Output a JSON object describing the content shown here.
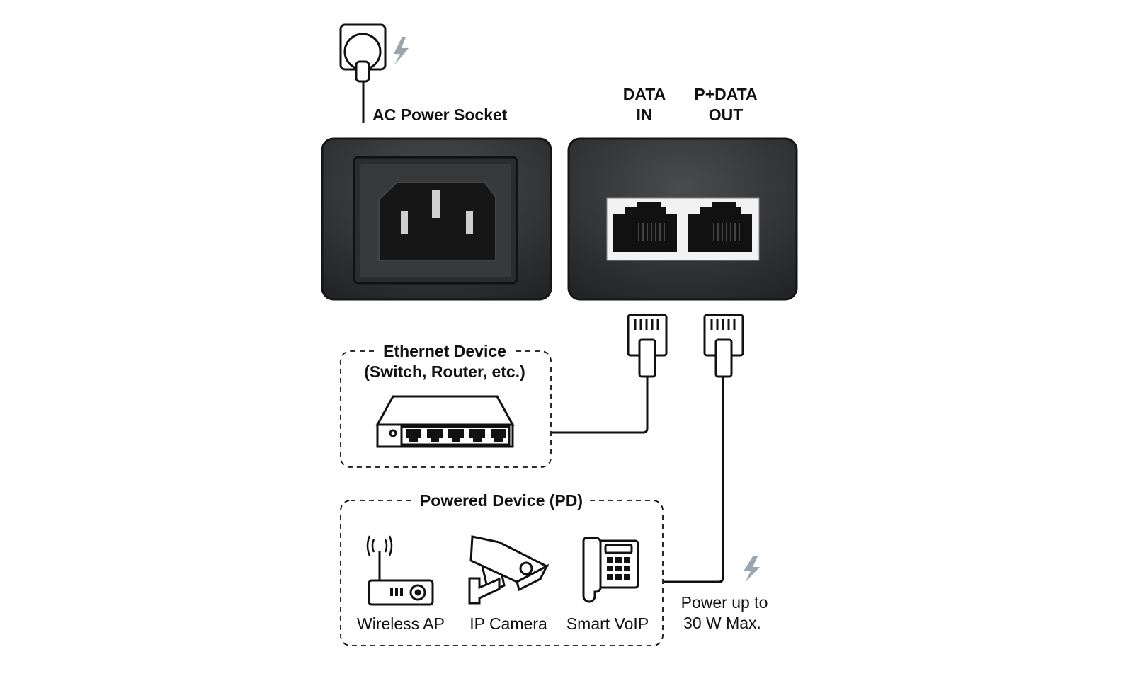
{
  "labels": {
    "ac_socket": "AC Power Socket",
    "data_in": [
      "DATA",
      "IN"
    ],
    "pdata_out": [
      "P+DATA",
      "OUT"
    ],
    "ethernet_device": [
      "Ethernet Device",
      "(Switch, Router, etc.)"
    ],
    "powered_device": "Powered Device (PD)",
    "devices": [
      "Wireless AP",
      "IP Camera",
      "Smart VoIP"
    ],
    "power_note": [
      "Power up to",
      "30 W Max."
    ]
  },
  "colors": {
    "panel": "#2e2f31",
    "line": "#111111",
    "bolt": "#9aa6ad",
    "port_window": "#f2f2f2"
  }
}
